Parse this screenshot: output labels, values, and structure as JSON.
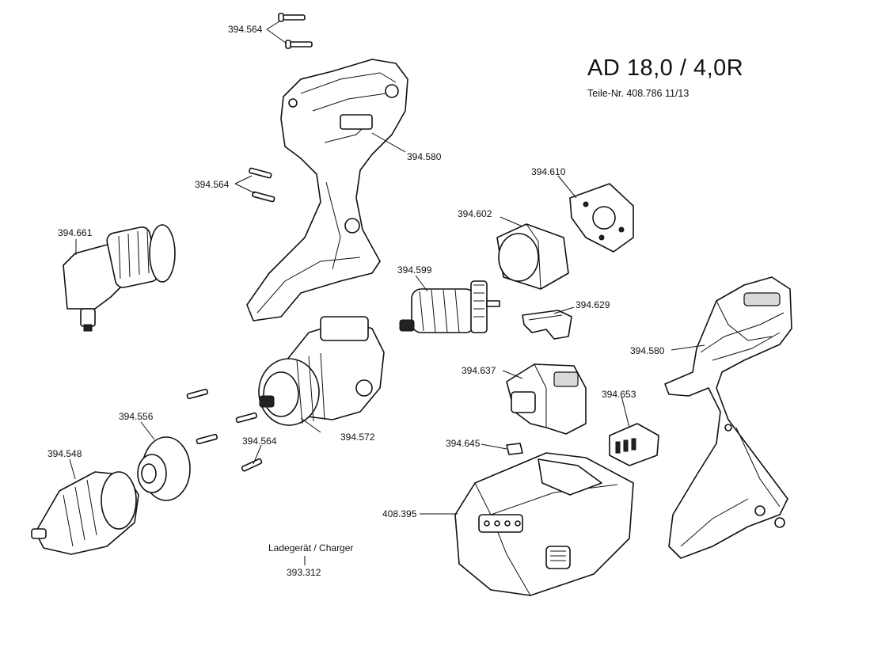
{
  "header": {
    "title": "AD 18,0 / 4,0R",
    "subtitle": "Teile-Nr. 408.786  11/13"
  },
  "labels": {
    "screws_top": "394.564",
    "housing_left": "394.580",
    "screws_mid": "394.564",
    "angle_head": "394.661",
    "end_plate": "394.610",
    "motor_ring": "394.602",
    "armature": "394.599",
    "switch_lever": "394.629",
    "housing_right": "394.580",
    "trigger_switch": "394.637",
    "terminal": "394.653",
    "coupling": "394.556",
    "chuck": "394.548",
    "screws_low": "394.564",
    "gearbox": "394.572",
    "pad": "394.645",
    "battery": "408.395",
    "charger_name": "Ladegerät / Charger",
    "charger_number": "393.312"
  }
}
